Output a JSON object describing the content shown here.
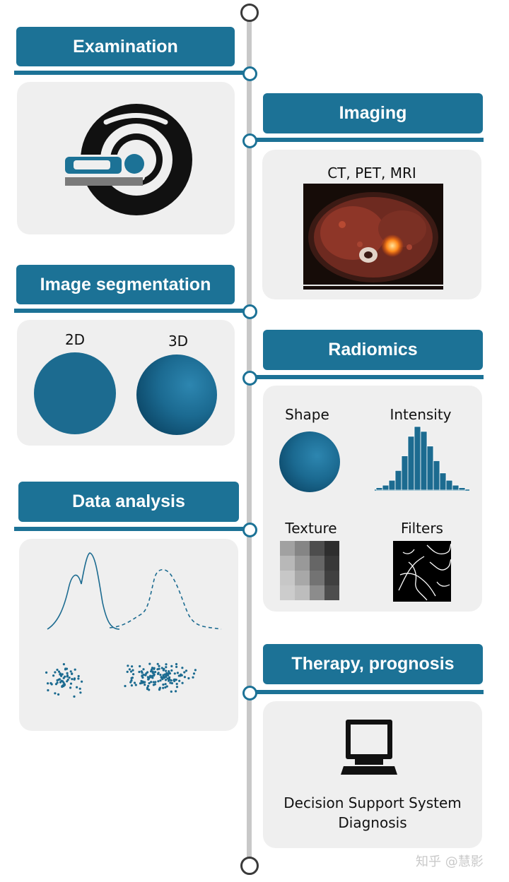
{
  "steps": {
    "examination": "Examination",
    "imaging": "Imaging",
    "segmentation": "Image segmentation",
    "radiomics": "Radiomics",
    "data_analysis": "Data analysis",
    "therapy": "Therapy, prognosis"
  },
  "imaging": {
    "modalities": "CT, PET, MRI"
  },
  "segmentation": {
    "label_2d": "2D",
    "label_3d": "3D"
  },
  "radiomics": {
    "shape": "Shape",
    "intensity": "Intensity",
    "texture": "Texture",
    "filters": "Filters"
  },
  "therapy": {
    "line1": "Decision Support System",
    "line2": "Diagnosis"
  },
  "watermark": "知乎 @慧影",
  "colors": {
    "accent": "#1c7296",
    "panel": "#efefef",
    "spine": "#c8c8c8"
  },
  "icons": [
    "scanner-icon",
    "monitor-icon"
  ],
  "histogram": {
    "values": [
      1,
      2,
      4,
      8,
      14,
      22,
      26,
      24,
      18,
      12,
      7,
      4,
      2,
      1
    ]
  },
  "texture_grid": {
    "values": [
      [
        0.63,
        0.52,
        0.3,
        0.18
      ],
      [
        0.72,
        0.6,
        0.4,
        0.22
      ],
      [
        0.78,
        0.66,
        0.45,
        0.25
      ],
      [
        0.8,
        0.74,
        0.55,
        0.3
      ]
    ]
  }
}
